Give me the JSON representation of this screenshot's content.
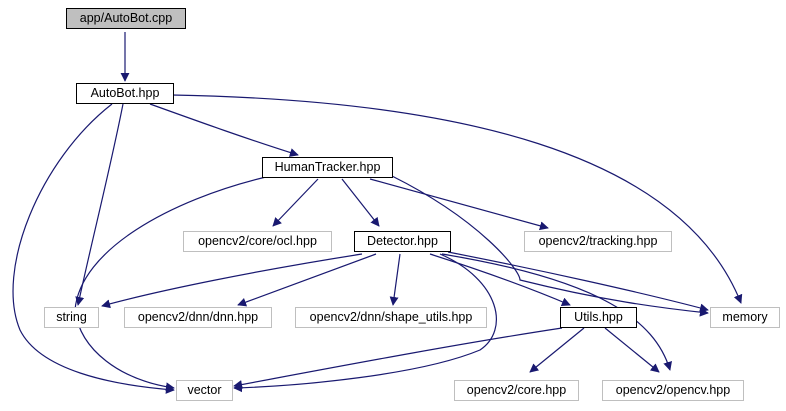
{
  "nodes": {
    "autobot_cpp": "app/AutoBot.cpp",
    "autobot_hpp": "AutoBot.hpp",
    "humantracker_hpp": "HumanTracker.hpp",
    "ocl_hpp": "opencv2/core/ocl.hpp",
    "detector_hpp": "Detector.hpp",
    "tracking_hpp": "opencv2/tracking.hpp",
    "string": "string",
    "dnn_hpp": "opencv2/dnn/dnn.hpp",
    "shape_utils_hpp": "opencv2/dnn/shape_utils.hpp",
    "utils_hpp": "Utils.hpp",
    "memory": "memory",
    "vector": "vector",
    "core_hpp": "opencv2/core.hpp",
    "opencv_hpp": "opencv2/opencv.hpp"
  },
  "edge_color": "#191970",
  "documented_border_color": "#000000",
  "external_border_color": "#bfbfbf",
  "root_fill_color": "#bfbfbf"
}
